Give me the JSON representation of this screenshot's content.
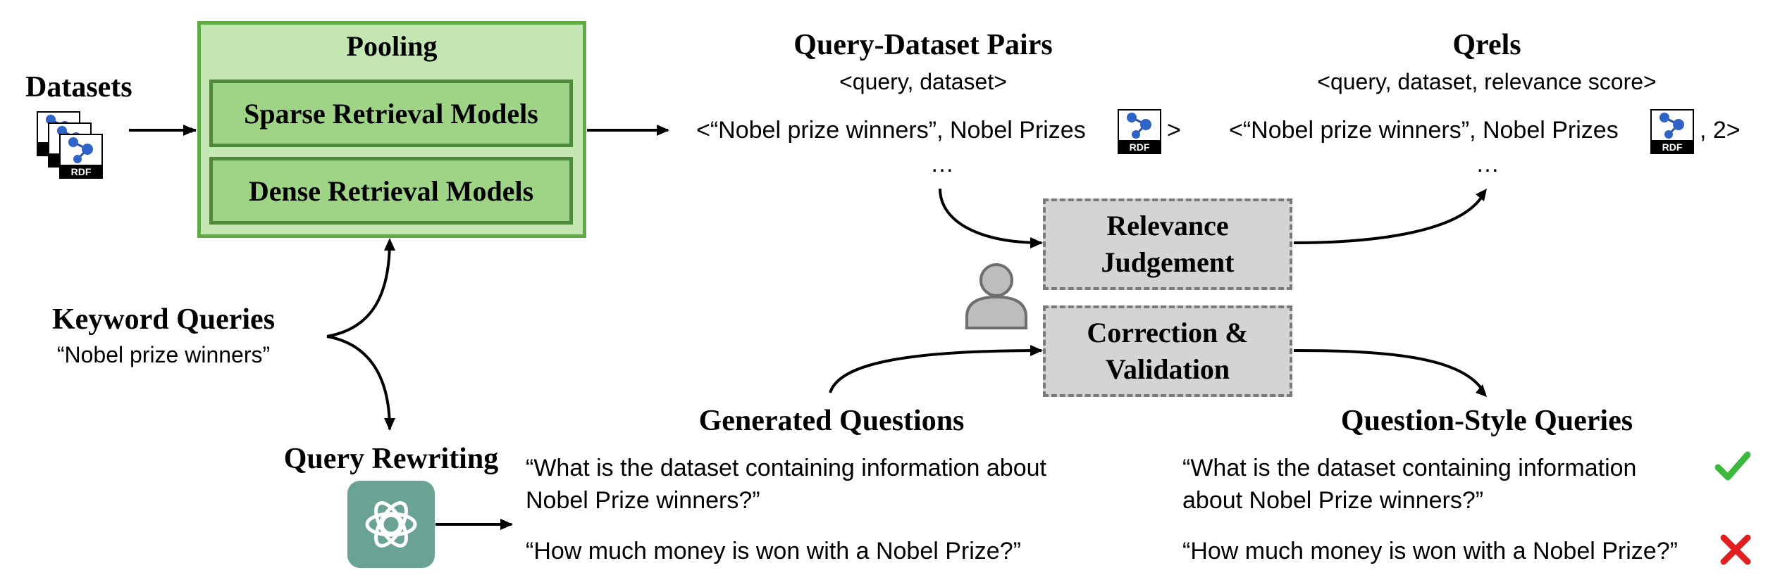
{
  "datasets": {
    "title": "Datasets"
  },
  "pooling": {
    "title": "Pooling",
    "sparse_label": "Sparse Retrieval Models",
    "dense_label": "Dense Retrieval Models"
  },
  "query_dataset_pairs": {
    "title": "Query-Dataset Pairs",
    "format": "<query, dataset>",
    "example": "<“Nobel prize winners”, Nobel Prizes",
    "example_close": ">",
    "ellipsis": "…"
  },
  "qrels": {
    "title": "Qrels",
    "format": "<query, dataset, relevance score>",
    "example": "<“Nobel prize winners”, Nobel Prizes",
    "example_close": ", 2>",
    "ellipsis": "…"
  },
  "relevance_judgement": {
    "line1": "Relevance",
    "line2": "Judgement"
  },
  "correction_validation": {
    "line1": "Correction &",
    "line2": "Validation"
  },
  "keyword_queries": {
    "title": "Keyword Queries",
    "example": "“Nobel prize winners”"
  },
  "query_rewriting": {
    "title": "Query Rewriting"
  },
  "generated_questions": {
    "title": "Generated Questions",
    "q1_line1": "“What is the dataset containing information about",
    "q1_line2": "Nobel Prize winners?”",
    "q2": "“How much money is won with a Nobel Prize?”"
  },
  "question_style_queries": {
    "title": "Question-Style Queries",
    "q1_line1": "“What is the dataset containing information",
    "q1_line2": "about Nobel Prize winners?”",
    "q2": "“How much money is won with a Nobel Prize?”"
  },
  "icons": {
    "rdf": "rdf-file-icon",
    "person": "person-icon",
    "chatgpt": "chatgpt-logo-icon",
    "check": "check-icon",
    "cross": "cross-icon",
    "rdf_text": "RDF"
  },
  "colors": {
    "pooling_fill": "#c4e6b2",
    "pooling_border": "#5faa44",
    "model_fill": "#9fd486",
    "process_fill": "#d4d4d4",
    "check": "#3cb93c",
    "cross": "#e02020",
    "gpt": "#6aa394"
  }
}
